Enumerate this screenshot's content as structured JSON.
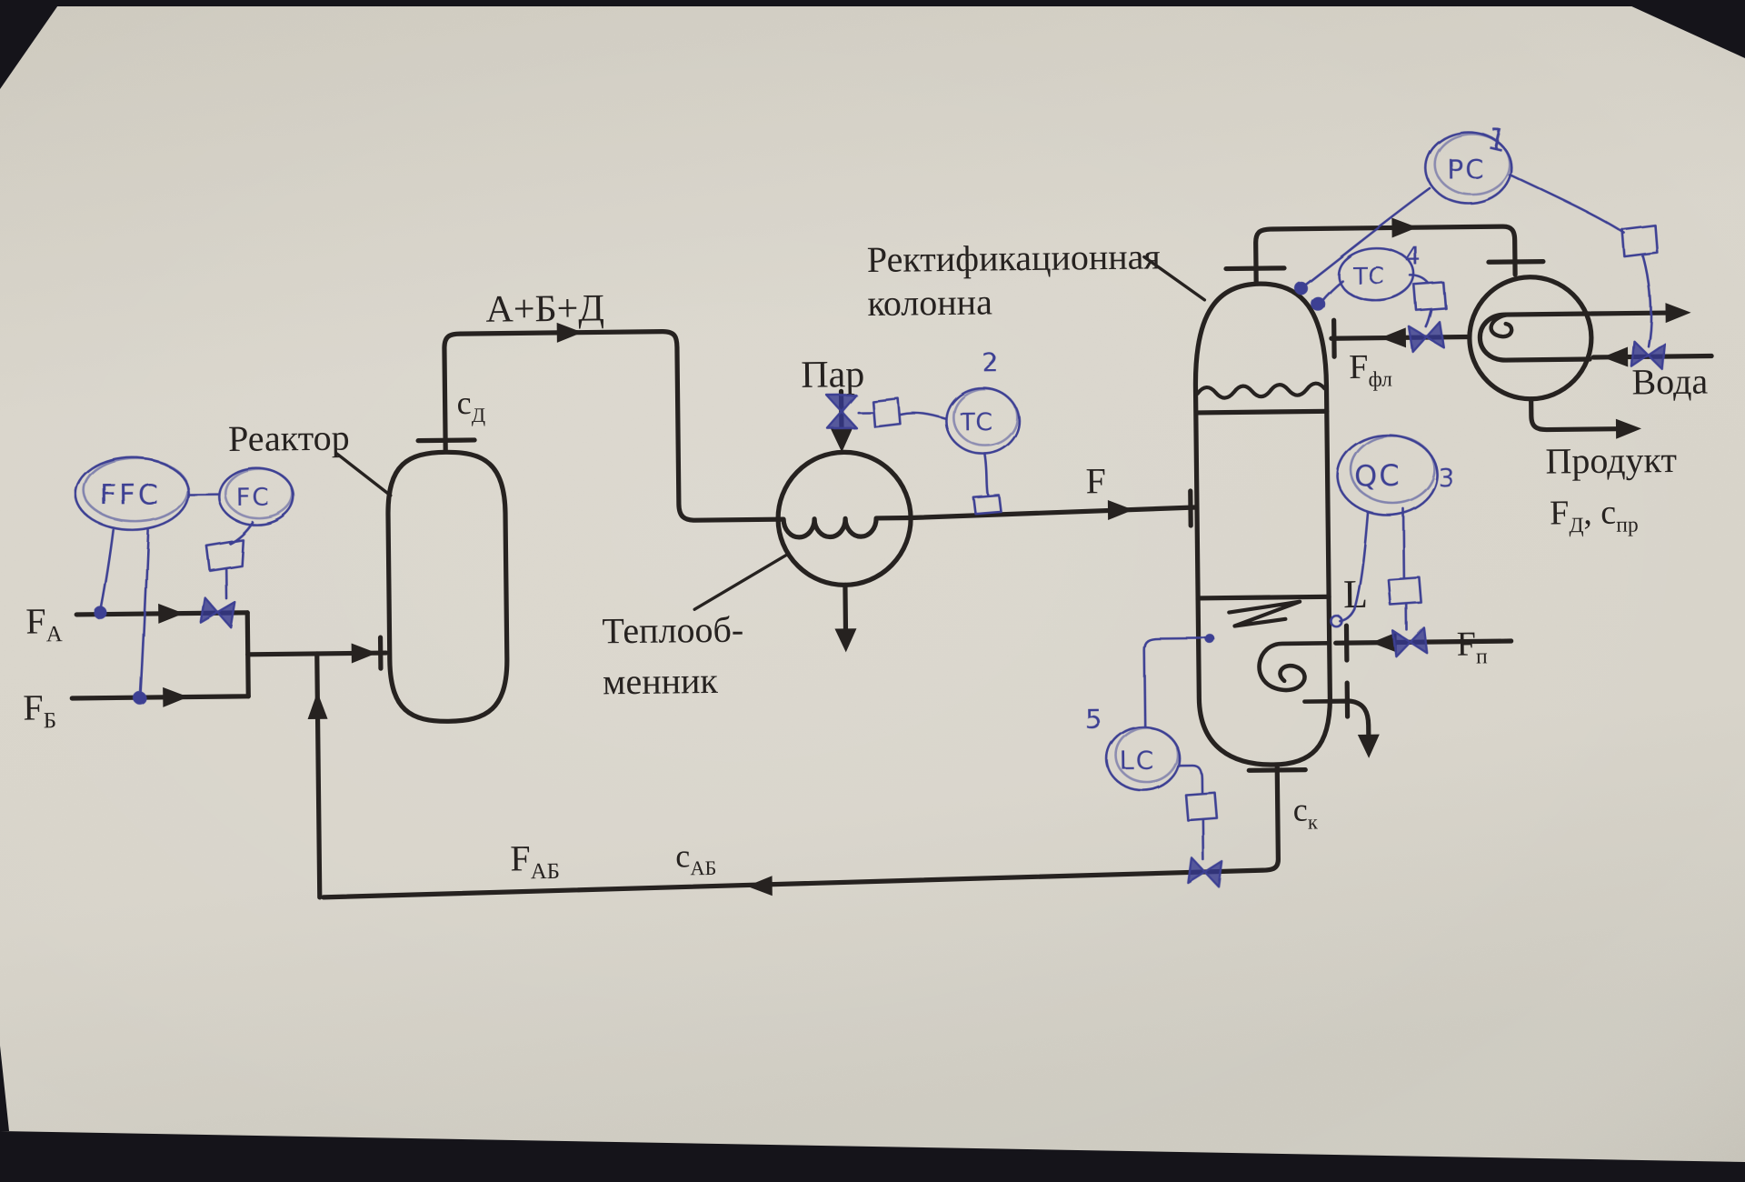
{
  "title": "Process and instrumentation sketch of a reaction-rectification plant",
  "labels": {
    "reactor": "Реактор",
    "column_line1": "Ректификационная",
    "column_line2": "колонна",
    "hx_line1": "Теплооб-",
    "hx_line2": "менник",
    "steam": "Пар",
    "overhead": "А+Б+Д",
    "water": "Вода",
    "product": "Продукт",
    "level": "L"
  },
  "streams": {
    "fa": {
      "m": "F",
      "s": "А"
    },
    "fb": {
      "m": "F",
      "s": "Б"
    },
    "cd": {
      "m": "с",
      "s": "Д"
    },
    "feed": {
      "m": "F",
      "s": ""
    },
    "ffl": {
      "m": "F",
      "s": "фл"
    },
    "fp": {
      "m": "F",
      "s": "п"
    },
    "ck": {
      "m": "с",
      "s": "к"
    },
    "fab": {
      "m": "F",
      "s": "АБ"
    },
    "cab": {
      "m": "с",
      "s": "АБ"
    },
    "spec": {
      "m1": "F",
      "s1": "Д",
      "sep": ", ",
      "m2": "с",
      "s2": "пр"
    }
  },
  "controllers": {
    "ffc": {
      "tag": "FFC",
      "num": ""
    },
    "fc": {
      "tag": "FC",
      "num": ""
    },
    "tc2": {
      "tag": "TC",
      "num": "2"
    },
    "pc1": {
      "tag": "PC",
      "num": "1"
    },
    "tc4": {
      "tag": "TC",
      "num": "4"
    },
    "qc3": {
      "tag": "QC",
      "num": "3"
    },
    "lc5": {
      "tag": "LC",
      "num": "5"
    }
  },
  "colors": {
    "paper": "#d8d4ca",
    "ink": "#262220",
    "pen": "#3c3f93",
    "photo_background": "#15141a"
  }
}
